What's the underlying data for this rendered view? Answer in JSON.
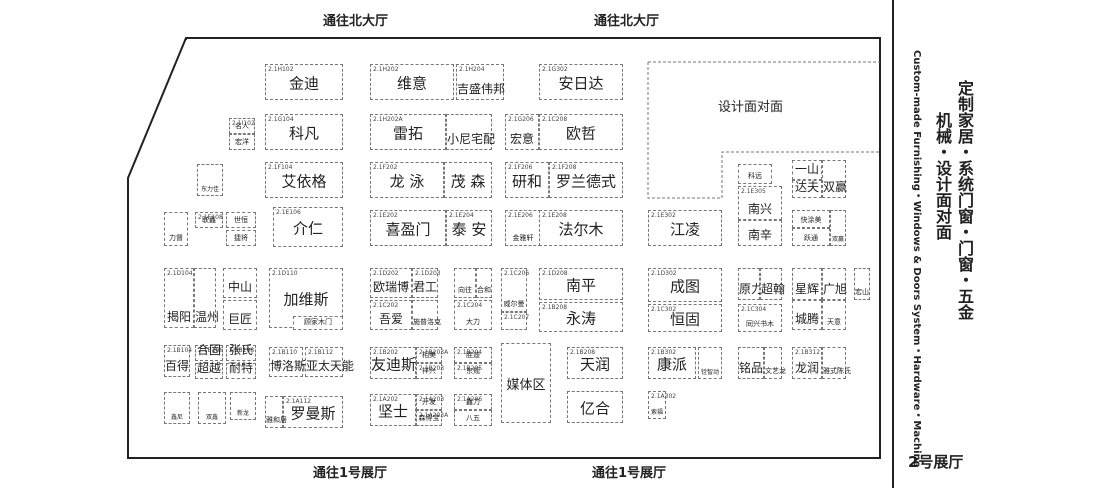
{
  "passages": {
    "north_left": "通往北大厅",
    "north_right": "通往北大厅",
    "south_left": "通往1号展厅",
    "south_right": "通往1号展厅"
  },
  "hall": {
    "title_line1": "定制家居・系统门窗・门窗・五金",
    "title_line2": "机械・设计面对面",
    "title_en": "Custom-made Furnishing・Windows & Doors System・Hardware・Machine",
    "name": "2号展厅"
  },
  "areas": {
    "design": "设计面对面",
    "media": "媒体区"
  },
  "booths": [
    {
      "no": "2.1H102",
      "name": "金迪"
    },
    {
      "no": "2.1H202",
      "name": "维意"
    },
    {
      "no": "2.1H204",
      "name": "吉盛伟邦"
    },
    {
      "no": "2.1G302",
      "name": "安日达"
    },
    {
      "no": "2.1G104",
      "name": "科凡"
    },
    {
      "no": "2.1H202A",
      "name": "雷拓"
    },
    {
      "no": "",
      "name": "小尼宅配"
    },
    {
      "no": "2.1G206",
      "name": "宏意"
    },
    {
      "no": "2.1C208",
      "name": "欧哲"
    },
    {
      "no": "2.1F104",
      "name": "艾依格"
    },
    {
      "no": "2.1F202",
      "name": "龙 泳"
    },
    {
      "no": "",
      "name": "茂 森"
    },
    {
      "no": "2.1F206",
      "name": "研和"
    },
    {
      "no": "2.1F208",
      "name": "罗兰德式"
    },
    {
      "no": "2.1E106",
      "name": "介仁"
    },
    {
      "no": "2.1E202",
      "name": "喜盈门"
    },
    {
      "no": "2.1E204",
      "name": "泰 安"
    },
    {
      "no": "2.1E206",
      "name": "金雅轩"
    },
    {
      "no": "2.1E208",
      "name": "法尔木"
    },
    {
      "no": "2.1E302",
      "name": "江凌"
    },
    {
      "no": "2.1D110",
      "name": "加维斯"
    },
    {
      "no": "",
      "name": "顾家木门"
    },
    {
      "no": "2.1D202",
      "name": "欧瑞博"
    },
    {
      "no": "2.1D203",
      "name": "君工"
    },
    {
      "no": "2.1C202",
      "name": "吾爱"
    },
    {
      "no": "",
      "name": "施普洛克"
    },
    {
      "no": "",
      "name": "向往"
    },
    {
      "no": "",
      "name": "合和"
    },
    {
      "no": "2.1C204",
      "name": "大力"
    },
    {
      "no": "2.1C206",
      "name": "威尔曼"
    },
    {
      "no": "2.1C207",
      "name": ""
    },
    {
      "no": "2.1D208",
      "name": "南平"
    },
    {
      "no": "2.1B208",
      "name": "永涛"
    },
    {
      "no": "2.1D302",
      "name": "成图"
    },
    {
      "no": "2.1C302",
      "name": "恒固"
    },
    {
      "no": "2.1B110",
      "name": "博洛斯"
    },
    {
      "no": "2.1B112",
      "name": "亚太天能"
    },
    {
      "no": "2.1B202",
      "name": "友迪斯"
    },
    {
      "no": "2.1B203A",
      "name": "相美"
    },
    {
      "no": "2.1B203",
      "name": "祥兴"
    },
    {
      "no": "2.1B204",
      "name": "胜迪"
    },
    {
      "no": "2.1B205",
      "name": "东规"
    },
    {
      "no": "2.1B208",
      "name": "天润"
    },
    {
      "no": "",
      "name": "亿合"
    },
    {
      "no": "2.1B302",
      "name": "康派"
    },
    {
      "no": "",
      "name": "铨智动"
    },
    {
      "no": "2.1A112",
      "name": "罗曼斯"
    },
    {
      "no": "",
      "name": "雅和居"
    },
    {
      "no": "2.1A202",
      "name": "坚士"
    },
    {
      "no": "2.1A203",
      "name": "开发"
    },
    {
      "no": "2.1A203A",
      "name": "森得宝"
    },
    {
      "no": "2.1A206",
      "name": "鑫力"
    },
    {
      "no": "",
      "name": "八五"
    },
    {
      "no": "2.1A302",
      "name": "索福"
    },
    {
      "no": "2.1I102",
      "name": "名人"
    },
    {
      "no": "",
      "name": "宏洋"
    },
    {
      "no": "",
      "name": "中山"
    },
    {
      "no": "",
      "name": "巨匠"
    },
    {
      "no": "2.1D104",
      "name": "揭阳"
    },
    {
      "no": "",
      "name": "温州"
    },
    {
      "no": "2.1B104",
      "name": "百得"
    },
    {
      "no": "2.1B106",
      "name": "合固"
    },
    {
      "no": "2.1B108",
      "name": "张氏"
    },
    {
      "no": "",
      "name": "超越"
    },
    {
      "no": "",
      "name": "耐特"
    },
    {
      "no": "2.1E108",
      "name": "联鑫"
    },
    {
      "no": "",
      "name": "世恒"
    },
    {
      "no": "",
      "name": "捷将"
    },
    {
      "no": "",
      "name": "力督"
    },
    {
      "no": "",
      "name": "东力佳"
    },
    {
      "no": "",
      "name": "鑫尼"
    },
    {
      "no": "",
      "name": "双鑫"
    },
    {
      "no": "",
      "name": "新龙"
    },
    {
      "no": "",
      "name": "原力"
    },
    {
      "no": "",
      "name": "超翰"
    },
    {
      "no": "2.1C304",
      "name": "同兴书木"
    },
    {
      "no": "",
      "name": "星辉"
    },
    {
      "no": "",
      "name": "广旭"
    },
    {
      "no": "",
      "name": "城腾"
    },
    {
      "no": "",
      "name": "天意"
    },
    {
      "no": "",
      "name": "铭品"
    },
    {
      "no": "",
      "name": "文艺龙"
    },
    {
      "no": "2.1B312",
      "name": "龙润"
    },
    {
      "no": "",
      "name": "雅式陈氏"
    },
    {
      "no": "",
      "name": "宏山"
    },
    {
      "no": "",
      "name": "科远"
    },
    {
      "no": "2.1E305",
      "name": "南兴"
    },
    {
      "no": "",
      "name": "南辛"
    },
    {
      "no": "",
      "name": "一山"
    },
    {
      "no": "",
      "name": "达夫"
    },
    {
      "no": "",
      "name": "双赢"
    },
    {
      "no": "",
      "name": "快涂美"
    },
    {
      "no": "",
      "name": "跃通"
    },
    {
      "no": "",
      "name": "双赢"
    }
  ]
}
